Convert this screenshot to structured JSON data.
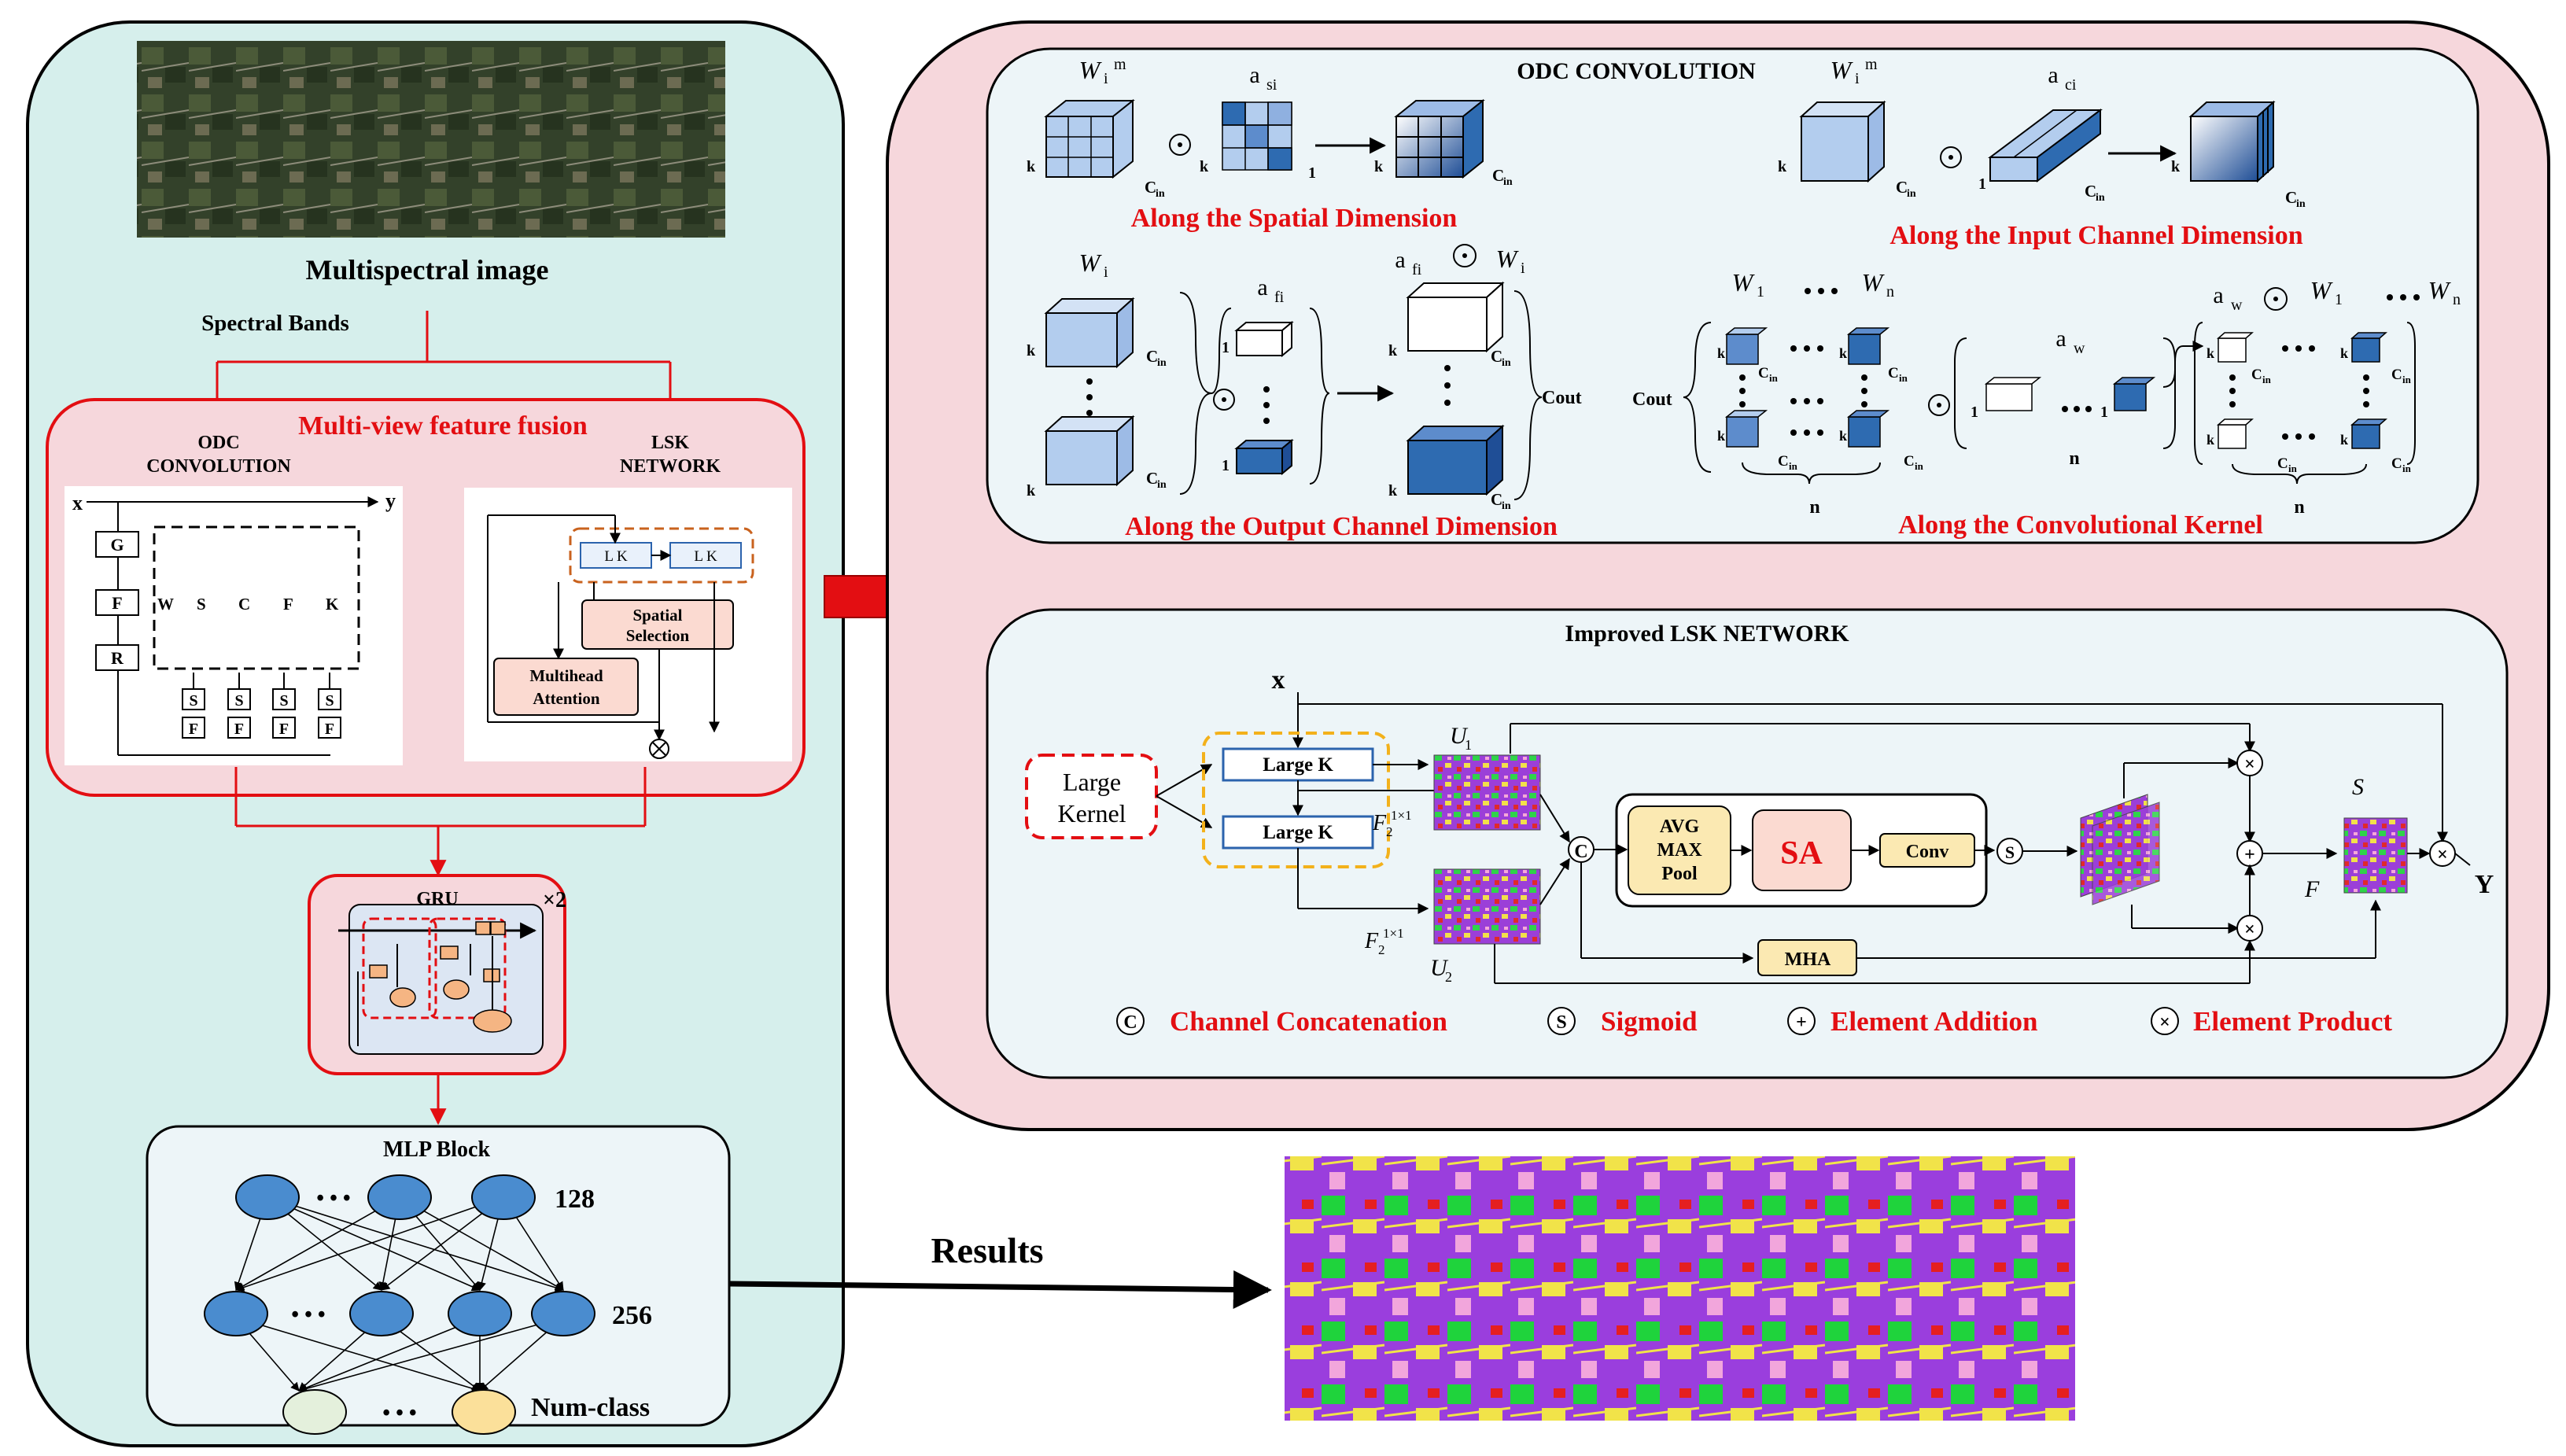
{
  "left_panel": {
    "image_title": "Multispectral image",
    "spectral_bands": "Spectral Bands",
    "fusion_title": "Multi-view feature fusion",
    "odc_label": [
      "ODC",
      "CONVOLUTION"
    ],
    "lsk_label": [
      "LSK",
      "NETWORK"
    ],
    "odc_mini": {
      "x": "x",
      "y": "y",
      "gates": [
        "G",
        "F",
        "R"
      ],
      "ops": [
        "W",
        "S",
        "C",
        "F",
        "K"
      ],
      "sf": [
        "S",
        "F"
      ]
    },
    "lsk_mini": {
      "lk": "L K",
      "spatial": [
        "Spatial",
        "Selection"
      ],
      "mha": [
        "Multihead",
        "Attention"
      ]
    },
    "gru": {
      "label": "GRU",
      "repeat": "×2"
    },
    "mlp": {
      "title": "MLP Block",
      "layer1": "128",
      "layer2": "256",
      "layer3": "Num-class",
      "ellipsis": "• • •"
    }
  },
  "results_label": "Results",
  "odc_panel": {
    "title": "ODC CONVOLUTION",
    "spatial": {
      "caption": "Along the Spatial Dimension",
      "W": "W",
      "W_sub": "i",
      "W_sup": "m",
      "a": "a",
      "a_sub": "si",
      "k": "k",
      "one": "1",
      "cin": "C",
      "cin_sub": "in"
    },
    "input": {
      "caption": "Along the Input Channel Dimension",
      "a_sub": "ci"
    },
    "output": {
      "caption": "Along the Output Channel Dimension",
      "a_sub": "fi",
      "cout": "Cout"
    },
    "kernel": {
      "caption": "Along the Convolutional Kernel",
      "a_sub": "w",
      "n": "n",
      "W1_sub": "1",
      "Wn_sub": "n",
      "cout": "Cout"
    }
  },
  "lsk_panel": {
    "title": "Improved LSK NETWORK",
    "x": "x",
    "large_kernel": [
      "Large",
      "Kernel"
    ],
    "large_k": "Large K",
    "u1": "U",
    "u_sub1": "1",
    "u_sub2": "2",
    "f1x1": "F",
    "f1x1_sub": "2",
    "f1x1_sup": "1×1",
    "pool": [
      "AVG",
      "MAX",
      "Pool"
    ],
    "sa": "SA",
    "conv": "Conv",
    "mha": "MHA",
    "s_label": "S",
    "f_label": "F",
    "y": "Y",
    "legend": [
      {
        "symbol": "C",
        "text": "Channel Concatenation"
      },
      {
        "symbol": "S",
        "text": "Sigmoid"
      },
      {
        "symbol": "+",
        "text": "Element Addition"
      },
      {
        "symbol": "×",
        "text": "Element Product"
      }
    ]
  },
  "colors": {
    "left_bg": "#d6efec",
    "right_bg": "#f6d7dc",
    "inner_bg": "#edf5f8",
    "red": "#e30e12",
    "cube_light": "#b3cdee",
    "cube_dark": "#2e6bb1",
    "orange_box": "#fbe9b2",
    "sa_box": "#fbdad1",
    "node_blue": "#4a8ccf"
  }
}
